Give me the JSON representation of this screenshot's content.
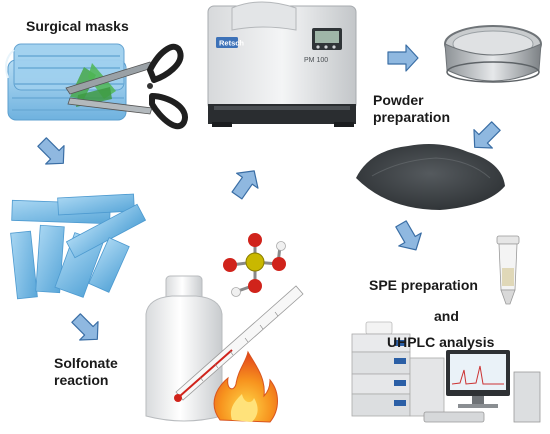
{
  "labels": {
    "surgical_masks": "Surgical masks",
    "powder_line1": "Powder",
    "powder_line2": "preparation",
    "spe_preparation": "SPE preparation",
    "and": "and",
    "uhplc_analysis": "UHPLC analysis",
    "solfonate_line1": "Solfonate",
    "solfonate_line2": "reaction"
  },
  "mill": {
    "brand": "Retsch",
    "model": "PM 100"
  },
  "colors": {
    "arrow_fill": "#8fb8e0",
    "arrow_stroke": "#3a6ea5",
    "mask_blue": "#8cc6ea",
    "recycle_green": "#4caf50",
    "powder_gray": "#3b3f42",
    "flame_orange": "#f08a1c",
    "sulfur_yellow": "#c9b800",
    "oxygen_red": "#d0231b"
  },
  "icons": [
    "recycle-icon",
    "scissors-icon",
    "flame-icon",
    "thermometer-icon",
    "molecule-icon"
  ]
}
